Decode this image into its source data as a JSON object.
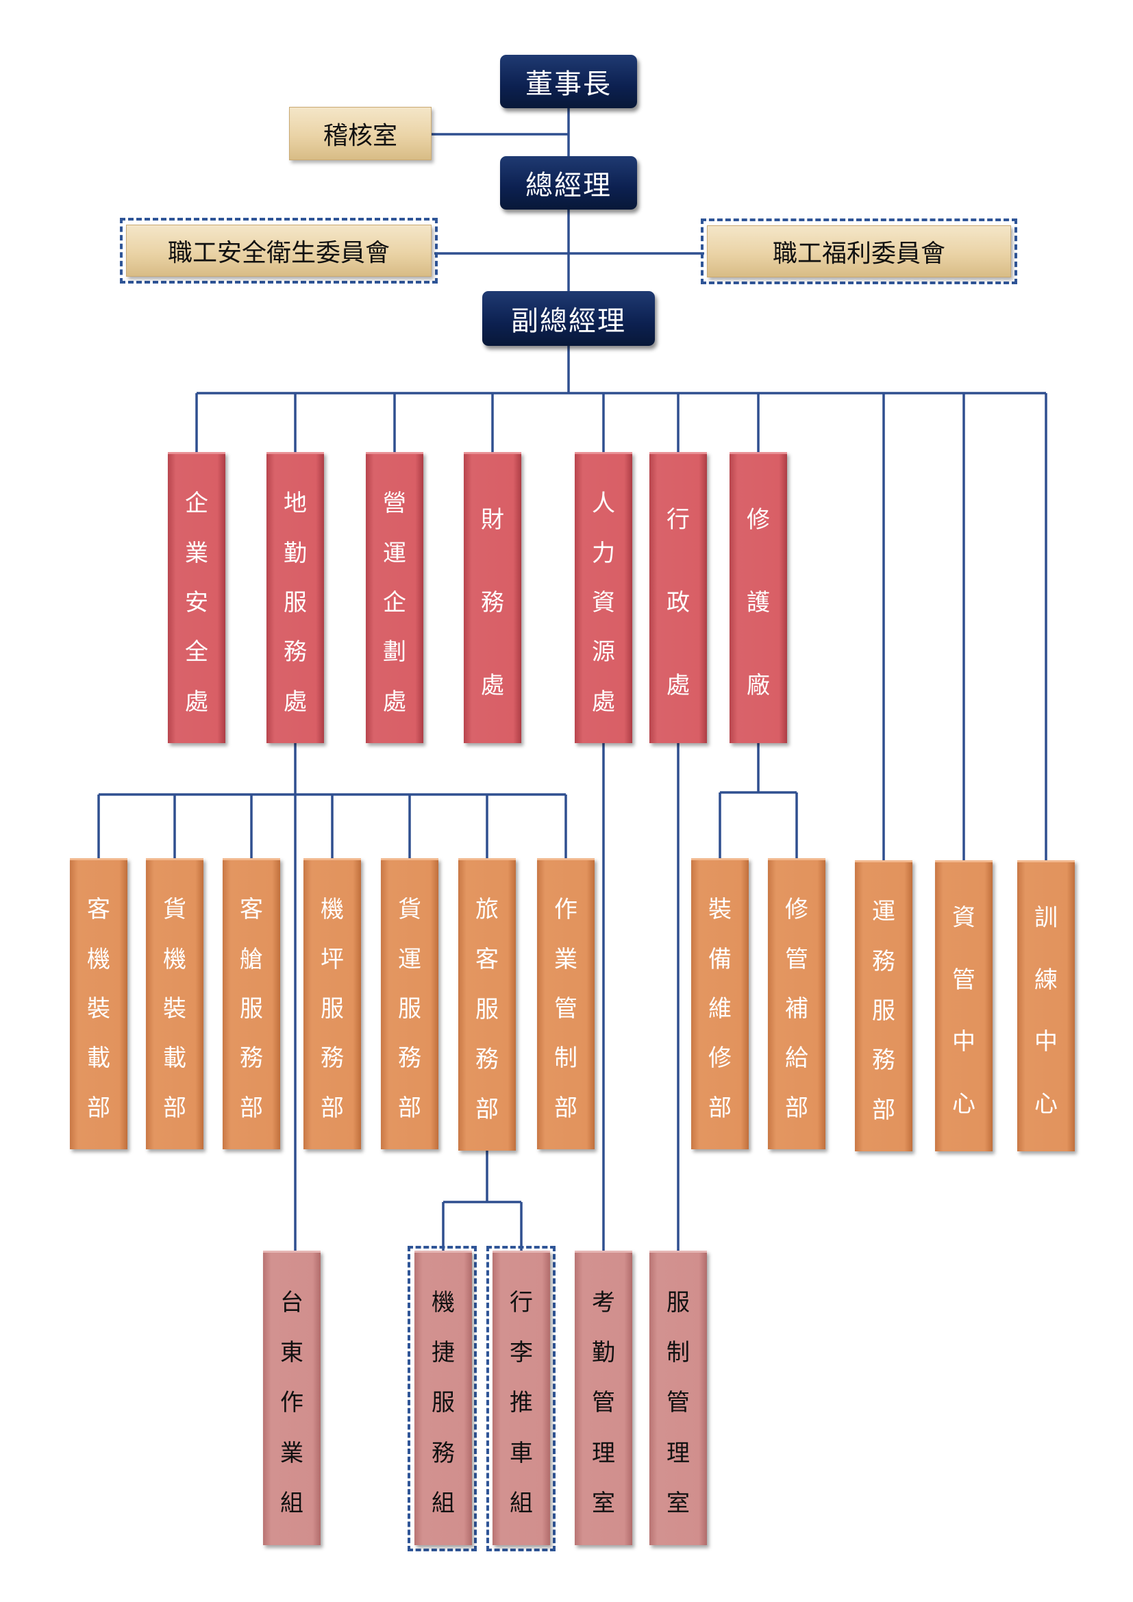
{
  "top": {
    "chairman": "董事長",
    "audit": "稽核室",
    "gm": "總經理",
    "safety_committee": "職工安全衛生委員會",
    "welfare_committee": "職工福利委員會",
    "deputy_gm": "副總經理"
  },
  "divisions": [
    {
      "label": "企業安全處",
      "chars": [
        "企",
        "業",
        "安",
        "全",
        "處"
      ]
    },
    {
      "label": "地勤服務處",
      "chars": [
        "地",
        "勤",
        "服",
        "務",
        "處"
      ]
    },
    {
      "label": "營運企劃處",
      "chars": [
        "營",
        "運",
        "企",
        "劃",
        "處"
      ]
    },
    {
      "label": "財務處",
      "chars": [
        "財",
        "務",
        "處"
      ]
    },
    {
      "label": "人力資源處",
      "chars": [
        "人",
        "力",
        "資",
        "源",
        "處"
      ]
    },
    {
      "label": "行政處",
      "chars": [
        "行",
        "政",
        "處"
      ]
    },
    {
      "label": "修護廠",
      "chars": [
        "修",
        "護",
        "廠"
      ]
    }
  ],
  "departments": [
    {
      "label": "客機裝載部",
      "chars": [
        "客",
        "機",
        "裝",
        "載",
        "部"
      ]
    },
    {
      "label": "貨機裝載部",
      "chars": [
        "貨",
        "機",
        "裝",
        "載",
        "部"
      ]
    },
    {
      "label": "客艙服務部",
      "chars": [
        "客",
        "艙",
        "服",
        "務",
        "部"
      ]
    },
    {
      "label": "機坪服務部",
      "chars": [
        "機",
        "坪",
        "服",
        "務",
        "部"
      ]
    },
    {
      "label": "貨運服務部",
      "chars": [
        "貨",
        "運",
        "服",
        "務",
        "部"
      ]
    },
    {
      "label": "旅客服務部",
      "chars": [
        "旅",
        "客",
        "服",
        "務",
        "部"
      ]
    },
    {
      "label": "作業管制部",
      "chars": [
        "作",
        "業",
        "管",
        "制",
        "部"
      ]
    },
    {
      "label": "裝備維修部",
      "chars": [
        "裝",
        "備",
        "維",
        "修",
        "部"
      ]
    },
    {
      "label": "修管補給部",
      "chars": [
        "修",
        "管",
        "補",
        "給",
        "部"
      ]
    },
    {
      "label": "運務服務部",
      "chars": [
        "運",
        "務",
        "服",
        "務",
        "部"
      ]
    },
    {
      "label": "資管中心",
      "chars": [
        "資",
        "管",
        "中",
        "心"
      ]
    },
    {
      "label": "訓練中心",
      "chars": [
        "訓",
        "練",
        "中",
        "心"
      ]
    }
  ],
  "units": [
    {
      "label": "台東作業組",
      "chars": [
        "台",
        "東",
        "作",
        "業",
        "組"
      ]
    },
    {
      "label": "機捷服務組",
      "chars": [
        "機",
        "捷",
        "服",
        "務",
        "組"
      ]
    },
    {
      "label": "行李推車組",
      "chars": [
        "行",
        "李",
        "推",
        "車",
        "組"
      ]
    },
    {
      "label": "考勤管理室",
      "chars": [
        "考",
        "勤",
        "管",
        "理",
        "室"
      ]
    },
    {
      "label": "服制管理室",
      "chars": [
        "服",
        "制",
        "管",
        "理",
        "室"
      ]
    }
  ],
  "colors": {
    "line": "#2f4f8f",
    "executive": "#0c2050",
    "staff": "#ead3a6",
    "division": "#d95f66",
    "department": "#e2935d",
    "unit": "#d18f8d",
    "dashed_border": "#2f5597"
  }
}
